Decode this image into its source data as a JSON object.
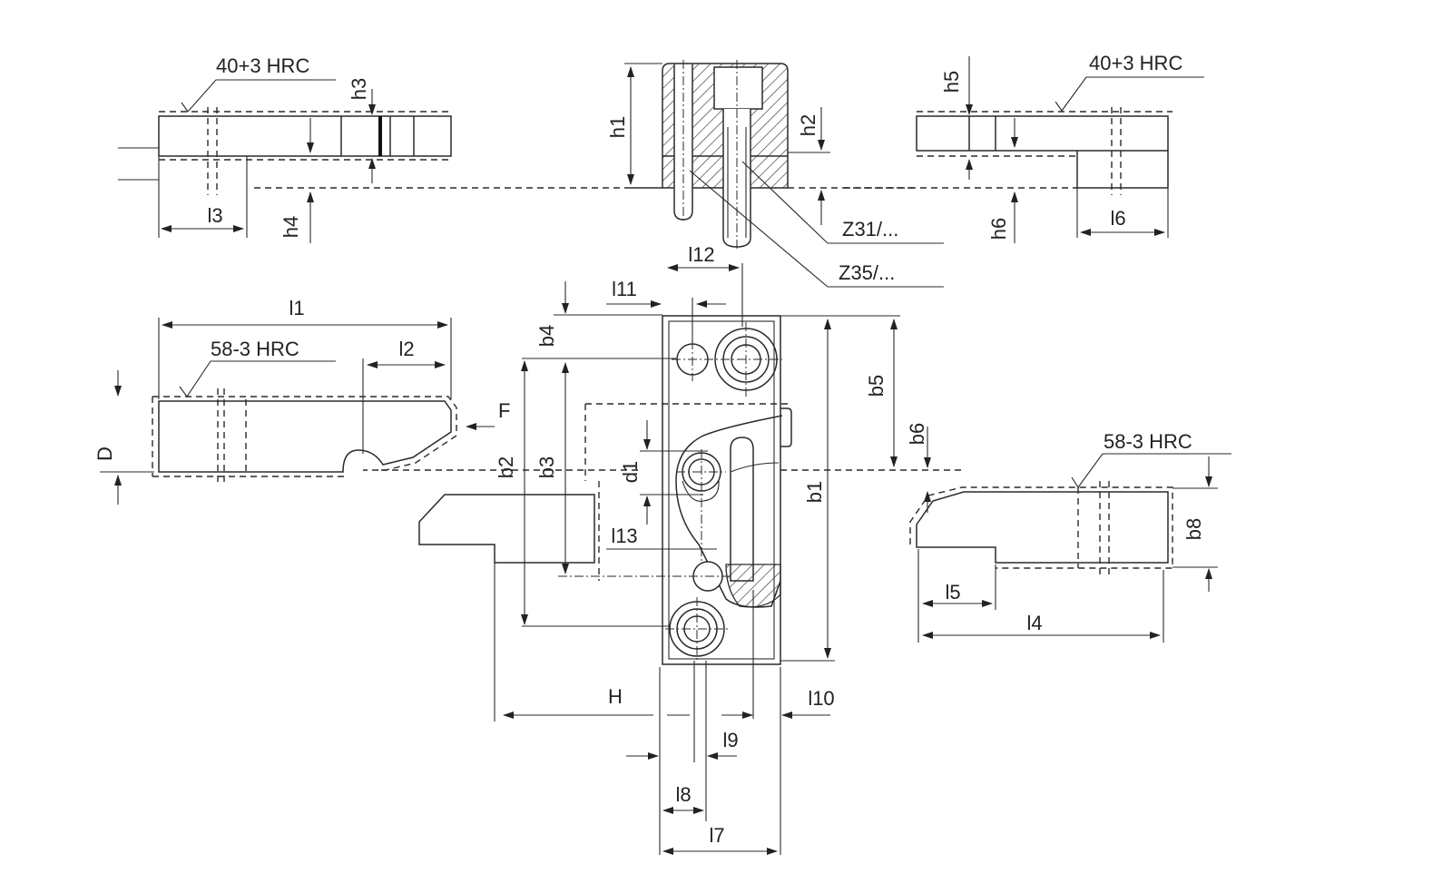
{
  "hardness": {
    "top_left": "40+3 HRC",
    "top_right": "40+3 HRC",
    "mid_left": "58-3 HRC",
    "mid_right": "58-3 HRC"
  },
  "dimensions": {
    "h1": "h1",
    "h2": "h2",
    "h3": "h3",
    "h4": "h4",
    "h5": "h5",
    "h6": "h6",
    "l1": "l1",
    "l2": "l2",
    "l3": "l3",
    "l4": "l4",
    "l5": "l5",
    "l6": "l6",
    "l7": "l7",
    "l8": "l8",
    "l9": "l9",
    "l10": "l10",
    "l11": "l11",
    "l12": "l12",
    "l13": "l13",
    "b1": "b1",
    "b2": "b2",
    "b3": "b3",
    "b4": "b4",
    "b5": "b5",
    "b6": "b6",
    "b8": "b8",
    "d1": "d1",
    "D": "D",
    "H": "H",
    "F": "F"
  },
  "part_refs": {
    "z31": "Z31/...",
    "z35": "Z35/..."
  }
}
